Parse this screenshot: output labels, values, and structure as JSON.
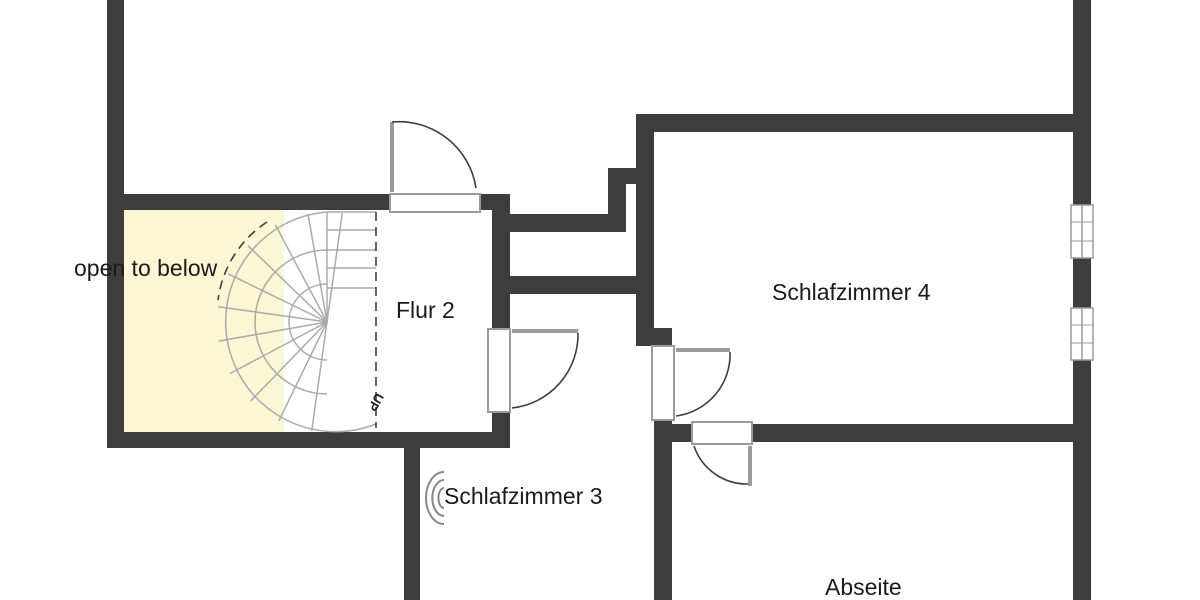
{
  "rooms": {
    "open_to_below": "open to below",
    "flur_2": "Flur 2",
    "schlafzimmer_4": "Schlafzimmer 4",
    "schlafzimmer_3": "Schlafzimmer 3",
    "abseite": "Abseite"
  },
  "stairs": {
    "direction_label": "UP"
  },
  "colors": {
    "wall": "#3d3d3d",
    "open_area_fill": "#fbf6d4",
    "background": "#ffffff"
  }
}
